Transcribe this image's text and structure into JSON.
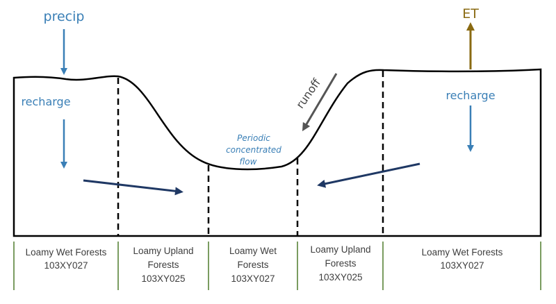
{
  "labels": {
    "precip": "precip",
    "et": "ET",
    "recharge_left": "recharge",
    "recharge_right": "recharge",
    "runoff": "runoff",
    "flow_line1": "Periodic",
    "flow_line2": "concentrated",
    "flow_line3": "flow"
  },
  "zones": [
    {
      "line1": "Loamy Wet Forests",
      "line2": "103XY027",
      "line3": ""
    },
    {
      "line1": "Loamy Upland",
      "line2": "Forests",
      "line3": "103XY025"
    },
    {
      "line1": "Loamy Wet",
      "line2": "Forests",
      "line3": "103XY027"
    },
    {
      "line1": "Loamy Upland",
      "line2": "Forests",
      "line3": "103XY025"
    },
    {
      "line1": "Loamy Wet Forests",
      "line2": "103XY027",
      "line3": ""
    }
  ],
  "colors": {
    "water_arrow": "#3a7fb6",
    "flow_arrow": "#1f3864",
    "et_arrow": "#8a6a12",
    "runoff_arrow": "#555555",
    "zone_divider": "#4e7a2a",
    "outline": "#000000"
  }
}
